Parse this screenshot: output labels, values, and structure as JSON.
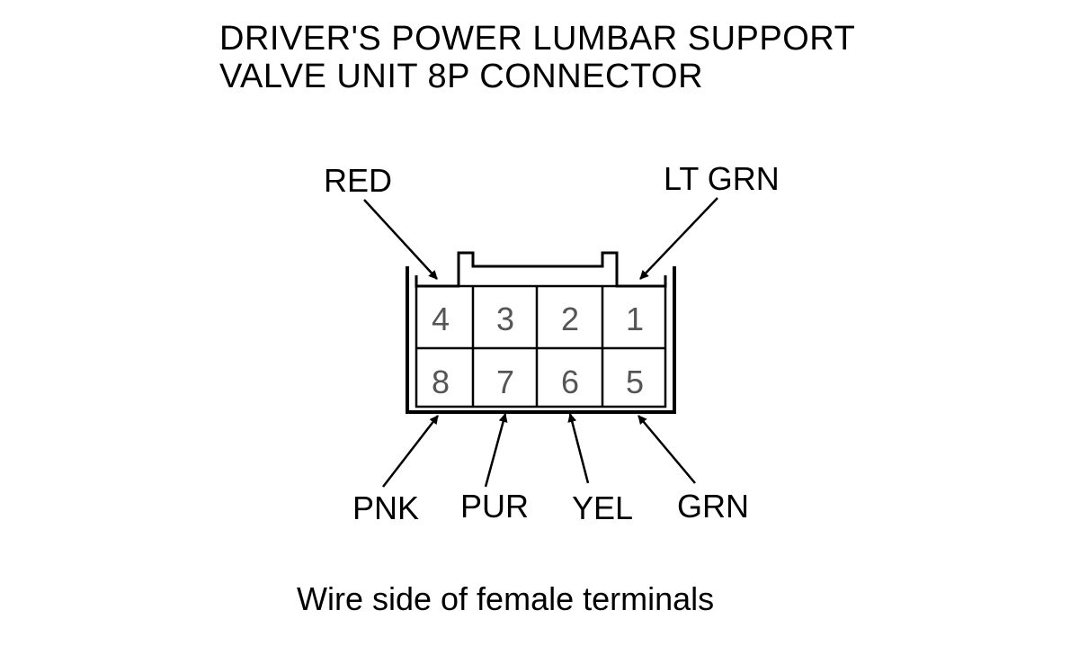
{
  "title": {
    "line1": "DRIVER'S POWER LUMBAR SUPPORT",
    "line2": "VALVE UNIT 8P CONNECTOR"
  },
  "connector": {
    "top_row": [
      "4",
      "3",
      "2",
      "1"
    ],
    "bottom_row": [
      "8",
      "7",
      "6",
      "5"
    ]
  },
  "wires": {
    "red": "RED",
    "lt_grn": "LT GRN",
    "pnk": "PNK",
    "pur": "PUR",
    "yel": "YEL",
    "grn": "GRN"
  },
  "footer": "Wire side of female terminals"
}
